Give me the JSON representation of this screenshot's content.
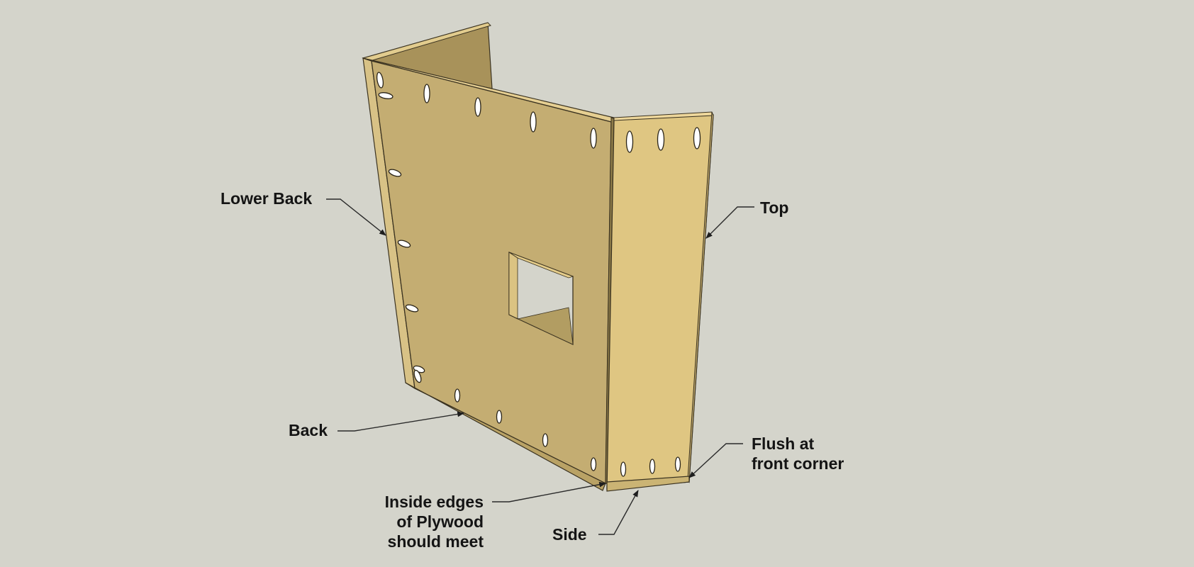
{
  "labels": {
    "lower_back": "Lower Back",
    "top": "Top",
    "back": "Back",
    "flush": [
      "Flush at",
      "front corner"
    ],
    "inside_edges": [
      "Inside edges",
      "of Plywood",
      "should meet"
    ],
    "side": "Side"
  },
  "colors": {
    "background": "#d4d4cb",
    "back_face": "#c4ad72",
    "side_face": "#dfc682",
    "rear_panel": "#a8925a",
    "edge_light": "#e8d195",
    "edge_dark": "#8c7a48",
    "outline": "#3a3220",
    "hole": "#ffffff",
    "leader": "#2a2a2a"
  }
}
